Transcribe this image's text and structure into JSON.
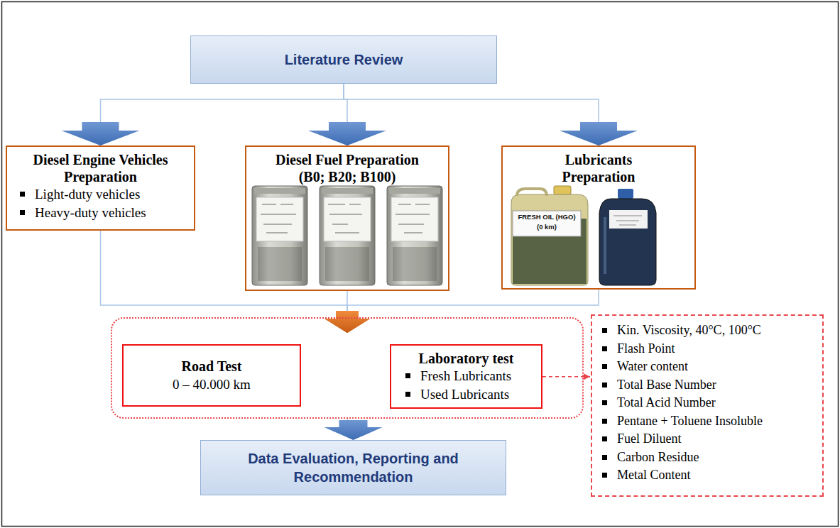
{
  "diagram": {
    "nodes": [
      {
        "text": [
          "Literature Review"
        ]
      },
      {
        "text": [
          "Diesel Engine Vehicles Preparation",
          "Light-duty vehicles",
          "Heavy-duty vehicles"
        ]
      },
      {
        "text": [
          "Diesel Fuel Preparation (B0; B20; B100)"
        ]
      },
      {
        "text": [
          "Lubricants Preparation"
        ]
      },
      {
        "text": []
      },
      {
        "text": [
          "Road Test",
          "0 – 40.000 km"
        ],
        "in": 4
      },
      {
        "text": [
          "Laboratory test",
          "Fresh Lubricants",
          "Used Lubricants"
        ],
        "in": 4
      },
      {
        "text": [
          "Kin. Viscosity, 40°C, 100°C",
          "Flash Point",
          "Water content",
          "Total Base Number",
          "Total Acid Number",
          "Pentane + Toluene Insoluble",
          "Fuel Diluent",
          "Carbon Residue",
          "Metal Content"
        ]
      },
      {
        "text": [
          "Data Evaluation, Reporting and Recommendation"
        ]
      }
    ],
    "edges": [
      {
        "from": 0,
        "to": 1,
        "arrow": "to"
      },
      {
        "from": 0,
        "to": 2,
        "arrow": "to"
      },
      {
        "from": 0,
        "to": 3,
        "arrow": "to"
      },
      {
        "from": 1,
        "to": 4,
        "arrow": "to"
      },
      {
        "from": 2,
        "to": 4,
        "arrow": "to"
      },
      {
        "from": 3,
        "to": 4,
        "arrow": "to"
      },
      {
        "from": 4,
        "to": 8,
        "arrow": "to"
      },
      {
        "from": 6,
        "to": 7,
        "arrow": "to"
      }
    ],
    "labels": [
      "FRESH OIL (HGO)",
      "(0 km)"
    ]
  }
}
